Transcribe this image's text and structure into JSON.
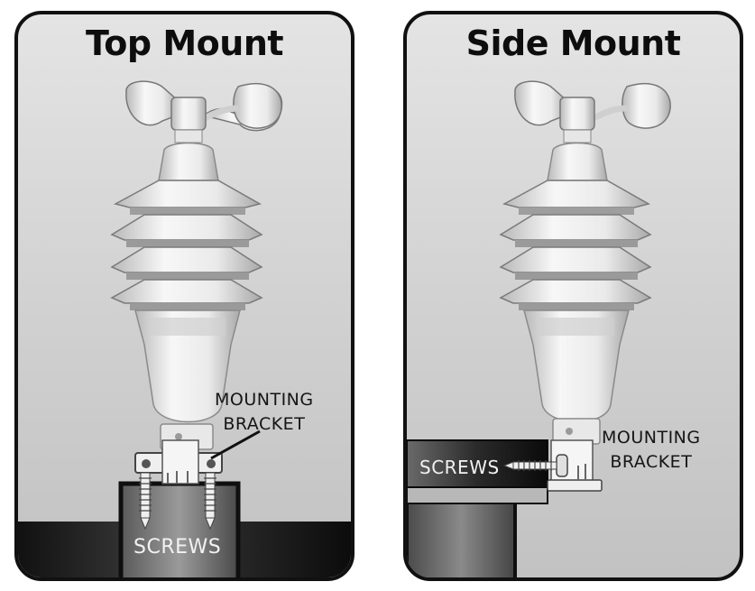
{
  "panels": [
    {
      "title": "Top Mount",
      "bracket_label": [
        "MOUNTING",
        "BRACKET"
      ],
      "screws_label": "SCREWS"
    },
    {
      "title": "Side Mount",
      "bracket_label": [
        "MOUNTING",
        "BRACKET"
      ],
      "screws_label": "SCREWS"
    }
  ],
  "colors": {
    "panel_border": "#111111",
    "panel_background": "#d6d6d6",
    "mount_post_dark": "#2a2a2a",
    "sensor_white": "#f4f4f4",
    "label_text": "#151515",
    "screws_text": "#f2f2f2"
  }
}
